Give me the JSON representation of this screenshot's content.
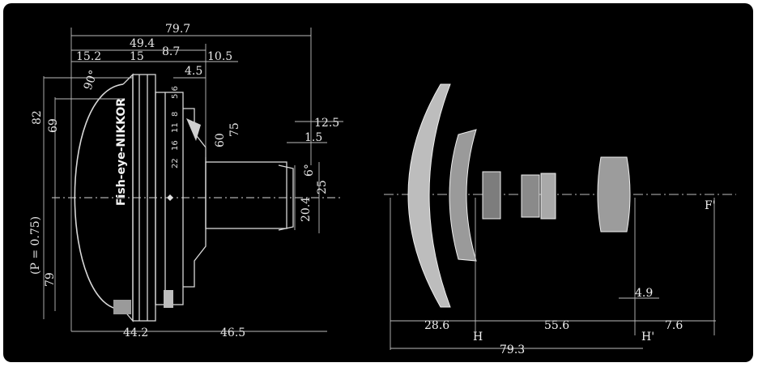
{
  "left_diagram": {
    "brand": "Fish-eye-NIKKOR",
    "aperture_scale": [
      "5.6",
      "8",
      "11",
      "16",
      "22"
    ],
    "dims": {
      "d79_7": "79.7",
      "d49_4": "49.4",
      "d15_2": "15.2",
      "d15": "15",
      "d8_7": "8.7",
      "d10_5": "10.5",
      "d4_5": "4.5",
      "d90": "90°",
      "d82": "82",
      "d69": "69",
      "d60": "60",
      "d75": "75",
      "d12_5": "12.5",
      "d1_5": "1.5",
      "d6": "6°",
      "d25": "25",
      "d20_4": "20.4",
      "d_p": "(P = 0.75)",
      "d79": "79",
      "d44_2": "44.2",
      "d46_5": "46.5"
    }
  },
  "right_diagram": {
    "dims": {
      "d28_6": "28.6",
      "d55_6": "55.6",
      "d4_9": "4.9",
      "d7_6": "7.6",
      "d79_3": "79.3"
    },
    "labels": {
      "h": "H",
      "h_prime": "H'",
      "f_prime": "F'"
    }
  }
}
